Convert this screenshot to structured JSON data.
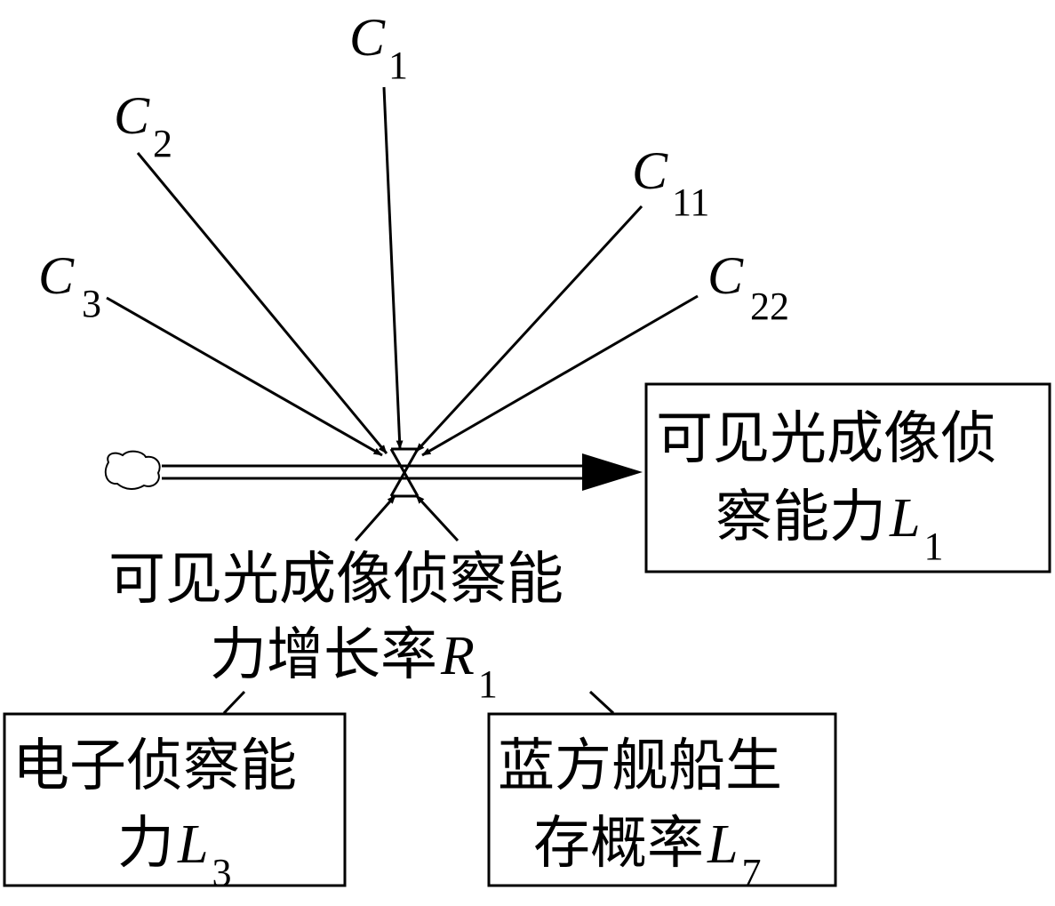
{
  "constants": [
    {
      "id": "c1",
      "base": "C",
      "sub": "1"
    },
    {
      "id": "c2",
      "base": "C",
      "sub": "2"
    },
    {
      "id": "c3",
      "base": "C",
      "sub": "3"
    },
    {
      "id": "c11",
      "base": "C",
      "sub": "11"
    },
    {
      "id": "c22",
      "base": "C",
      "sub": "22"
    }
  ],
  "stock_l1": {
    "line1": "可见光成像侦",
    "line2": "察能力",
    "var": "L",
    "sub": "1"
  },
  "rate_r1": {
    "line1": "可见光成像侦察能",
    "line2": "力增长率",
    "var": "R",
    "sub": "1"
  },
  "stock_l3": {
    "line1": "电子侦察能",
    "line2": "力",
    "var": "L",
    "sub": "3"
  },
  "stock_l7": {
    "line1": "蓝方舰船生",
    "line2": "存概率",
    "var": "L",
    "sub": "7"
  }
}
